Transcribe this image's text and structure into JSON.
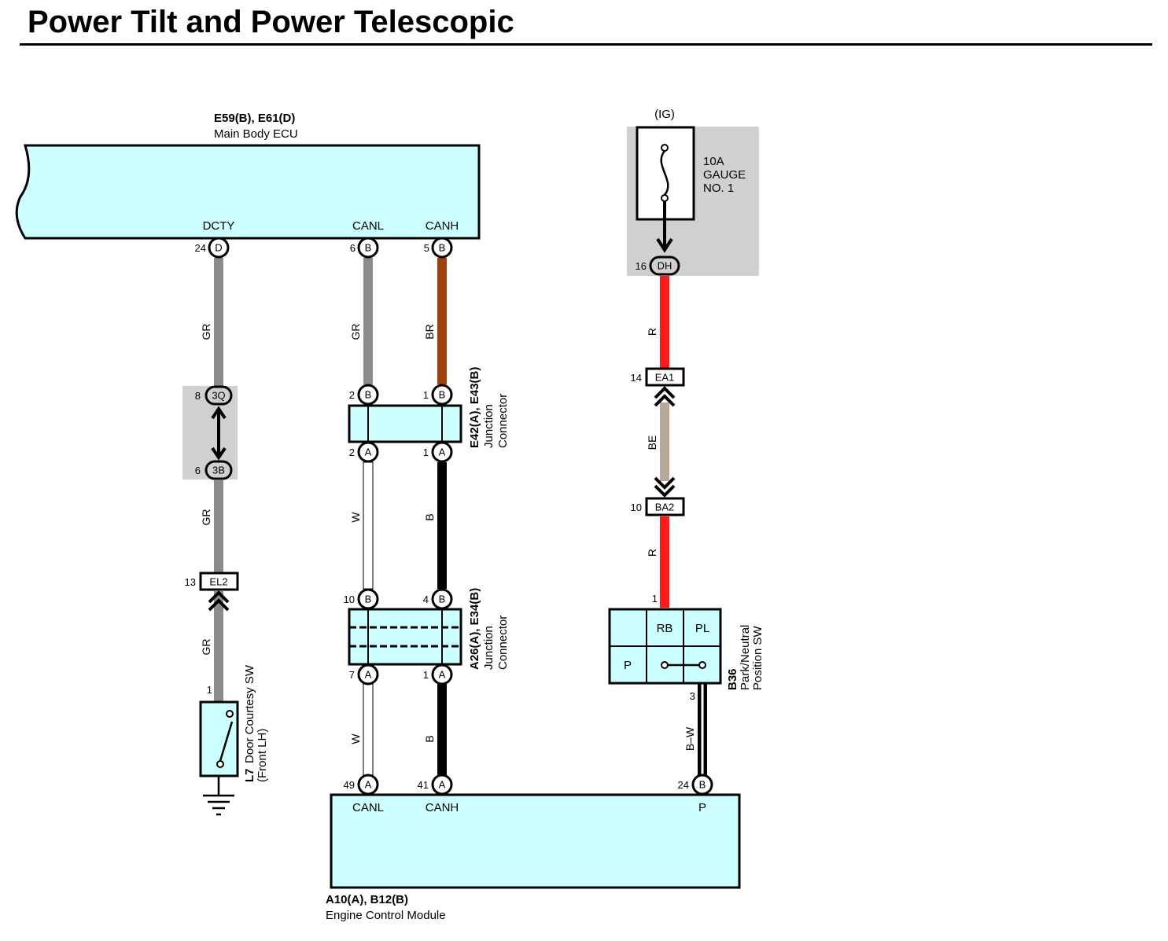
{
  "title": "Power Tilt and Power Telescopic",
  "colors": {
    "component_fill": "#ccffff",
    "wire_gr": "#8c8c8c",
    "wire_br": "#a0400c",
    "wire_r": "#ff1a1a",
    "wire_be": "#b8a898",
    "wire_b": "#000000",
    "wire_w": "#ffffff",
    "grey_zone": "#d0d0d0"
  },
  "components": {
    "main_body_ecu": {
      "code": "E59(B), E61(D)",
      "name": "Main Body ECU",
      "terminals": [
        "DCTY",
        "CANL",
        "CANH"
      ]
    },
    "fuse": {
      "supply": "(IG)",
      "rating": "10A",
      "name_line1": "GAUGE",
      "name_line2": "NO. 1"
    },
    "junction_e42": {
      "code": "E42(A), E43(B)",
      "name_line1": "Junction",
      "name_line2": "Connector"
    },
    "junction_a26": {
      "code": "A26(A), E34(B)",
      "name_line1": "Junction",
      "name_line2": "Connector"
    },
    "park_neutral_sw": {
      "code": "B36",
      "name_line1": "Park/Neutral",
      "name_line2": "Position SW",
      "cells": [
        "RB",
        "PL",
        "P"
      ]
    },
    "door_courtesy_sw": {
      "code": "L7",
      "name_line1": "Door Courtesy SW",
      "name_line2": "(Front LH)"
    },
    "ecm": {
      "code": "A10(A), B12(B)",
      "name": "Engine Control Module",
      "terminals": [
        "CANL",
        "CANH",
        "P"
      ]
    }
  },
  "connectors": {
    "ecu_dcty": {
      "pin": "24",
      "code": "D"
    },
    "ecu_canl": {
      "pin": "6",
      "code": "B"
    },
    "ecu_canh": {
      "pin": "5",
      "code": "B"
    },
    "fuse_out": {
      "pin": "16",
      "code": "DH"
    },
    "c_3q": {
      "pin": "8",
      "code": "3Q"
    },
    "c_3b": {
      "pin": "6",
      "code": "3B"
    },
    "c_el2": {
      "pin": "13",
      "code": "EL2"
    },
    "c_ea1": {
      "pin": "14",
      "code": "EA1"
    },
    "c_ba2": {
      "pin": "10",
      "code": "BA2"
    },
    "j1_in_canl": {
      "pin": "2",
      "code": "B"
    },
    "j1_in_canh": {
      "pin": "1",
      "code": "B"
    },
    "j1_out_canl": {
      "pin": "2",
      "code": "A"
    },
    "j1_out_canh": {
      "pin": "1",
      "code": "A"
    },
    "j2_in_canl": {
      "pin": "10",
      "code": "B"
    },
    "j2_in_canh": {
      "pin": "4",
      "code": "B"
    },
    "j2_out_canl": {
      "pin": "7",
      "code": "A"
    },
    "j2_out_canh": {
      "pin": "1",
      "code": "A"
    },
    "ecm_canl": {
      "pin": "49",
      "code": "A"
    },
    "ecm_canh": {
      "pin": "41",
      "code": "A"
    },
    "ecm_p": {
      "pin": "24",
      "code": "B"
    },
    "pn_in": {
      "pin": "1"
    },
    "pn_out": {
      "pin": "3"
    },
    "door_sw_pin": {
      "pin": "1"
    }
  },
  "wire_colors": {
    "dcty_1": "GR",
    "dcty_2": "GR",
    "dcty_3": "GR",
    "canl_1": "GR",
    "canl_2": "W",
    "canl_3": "W",
    "canh_1": "BR",
    "canh_2": "B",
    "canh_3": "B",
    "ig_1": "R",
    "ig_2": "BE",
    "ig_3": "R",
    "p_line": "B–W"
  }
}
